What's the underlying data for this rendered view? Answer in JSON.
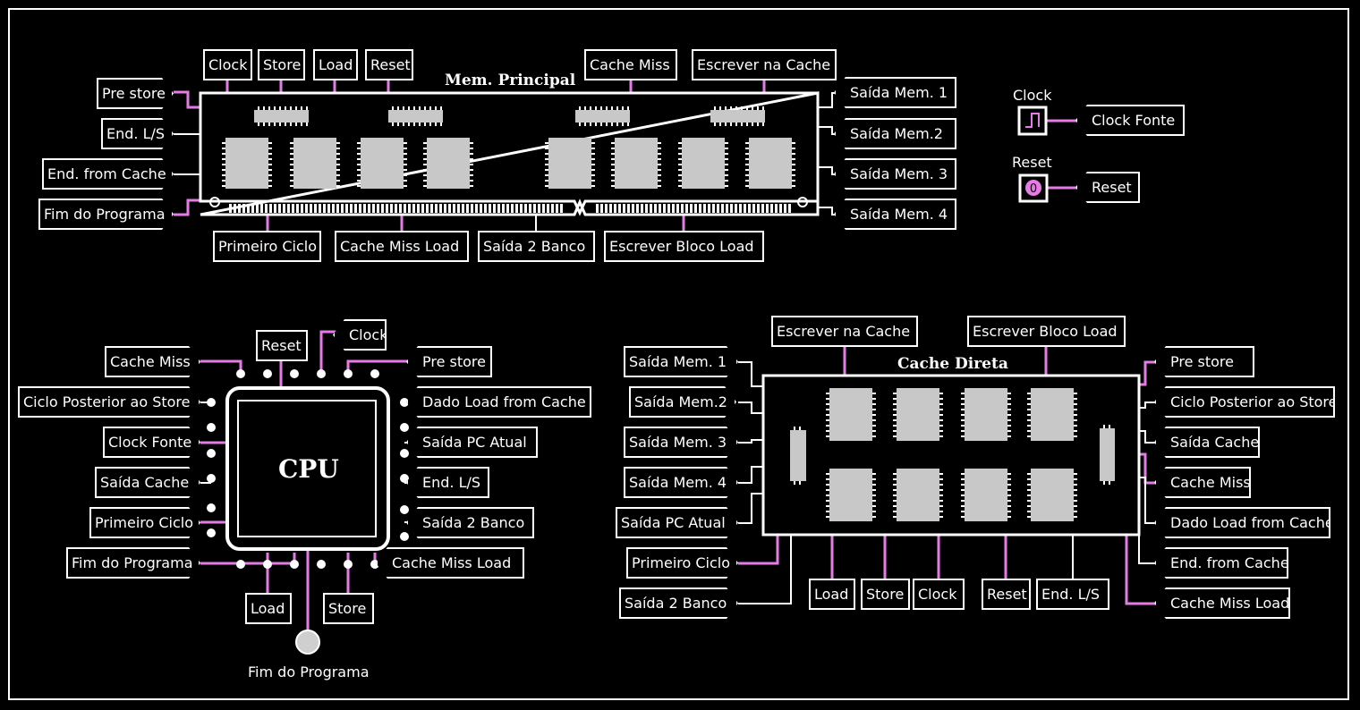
{
  "components": {
    "mem_principal": "Mem. Principal",
    "cpu": "CPU",
    "cache_direta": "Cache Direta"
  },
  "colors": {
    "wire_low": "#ffffff",
    "wire_high": "#e67be6",
    "chip": "#c8c8c8",
    "background": "#000000"
  },
  "inputs": {
    "clock_label": "Clock",
    "reset_label": "Reset",
    "reset_value": "0",
    "clock_tunnel": "Clock Fonte",
    "reset_tunnel": "Reset"
  },
  "mem": {
    "top": [
      "Clock",
      "Store",
      "Load",
      "Reset",
      "Cache Miss",
      "Escrever na Cache"
    ],
    "left": [
      "Pre store",
      "End. L/S",
      "End. from Cache",
      "Fim do Programa"
    ],
    "right": [
      "Saída Mem. 1",
      "Saída Mem.2",
      "Saída Mem. 3",
      "Saída Mem. 4"
    ],
    "bottom": [
      "Primeiro Ciclo",
      "Cache Miss Load",
      "Saída 2 Banco",
      "Escrever Bloco Load"
    ]
  },
  "cpu": {
    "top": [
      "Reset",
      "Clock"
    ],
    "left": [
      "Cache Miss",
      "Ciclo Posterior ao Store",
      "Clock Fonte",
      "Saída Cache",
      "Primeiro Ciclo",
      "Fim do Programa"
    ],
    "right": [
      "Pre store",
      "Dado Load from Cache",
      "Saída PC Atual",
      "End. L/S",
      "Saída 2 Banco",
      "Cache Miss Load"
    ],
    "bottom": [
      "Load",
      "Store"
    ],
    "output_label": "Fim do Programa"
  },
  "cache": {
    "top": [
      "Escrever na Cache",
      "Escrever Bloco Load"
    ],
    "left": [
      "Saída Mem. 1",
      "Saída Mem.2",
      "Saída Mem. 3",
      "Saída Mem. 4",
      "Saída PC Atual",
      "Primeiro Ciclo",
      "Saída 2 Banco"
    ],
    "right": [
      "Pre store",
      "Ciclo Posterior ao Store",
      "Saída Cache",
      "Cache Miss",
      "Dado Load from Cache",
      "End. from Cache",
      "Cache Miss Load"
    ],
    "bottom": [
      "Load",
      "Store",
      "Clock",
      "Reset",
      "End. L/S"
    ]
  }
}
